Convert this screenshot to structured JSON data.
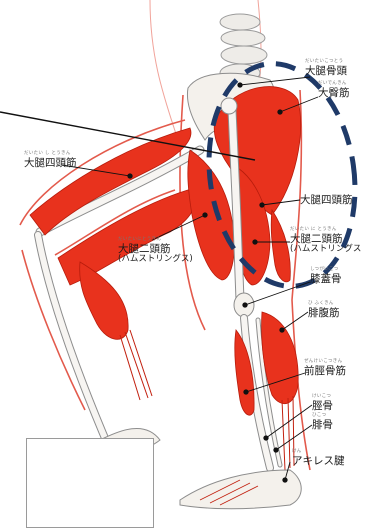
{
  "colors": {
    "muscle": "#e8321d",
    "muscle_dark": "#c2200f",
    "outline_red": "#e35a4c",
    "bone": "#f7f5f2",
    "leader": "#111111",
    "dashed_ellipse": "#1f3a68"
  },
  "labels": {
    "gluteus_maximus_ruby": "だいでんきん",
    "gluteus_maximus": "大臀筋",
    "femur_head_ruby": "だいたいこつとう",
    "femur_head": "大腿骨頭",
    "quadriceps_left_ruby": "だいたい し とうきん",
    "quadriceps_left": "大腿四頭筋",
    "quadriceps_right": "大腿四頭筋",
    "hamstrings_left_ruby": "だいたいにとうきん",
    "hamstrings_left": "大腿二頭筋",
    "hamstrings_left_sub": "(ハムストリングス)",
    "hamstrings_right_ruby": "だいたい に とうきん",
    "hamstrings_right": "大腿二頭筋",
    "hamstrings_right_sub": "(ハムストリングス",
    "patella_ruby": "しつがいこつ",
    "patella": "膝蓋骨",
    "gastrocnemius_ruby": "ひ ふくきん",
    "gastrocnemius": "腓腹筋",
    "tibialis_anterior_ruby": "ぜんけいこつきん",
    "tibialis_anterior": "前脛骨筋",
    "tibia_ruby": "けいこつ",
    "tibia": "脛骨",
    "fibula_ruby": "ひこつ",
    "fibula": "腓骨",
    "achilles_ruby": "けん",
    "achilles": "アキレス腱"
  }
}
